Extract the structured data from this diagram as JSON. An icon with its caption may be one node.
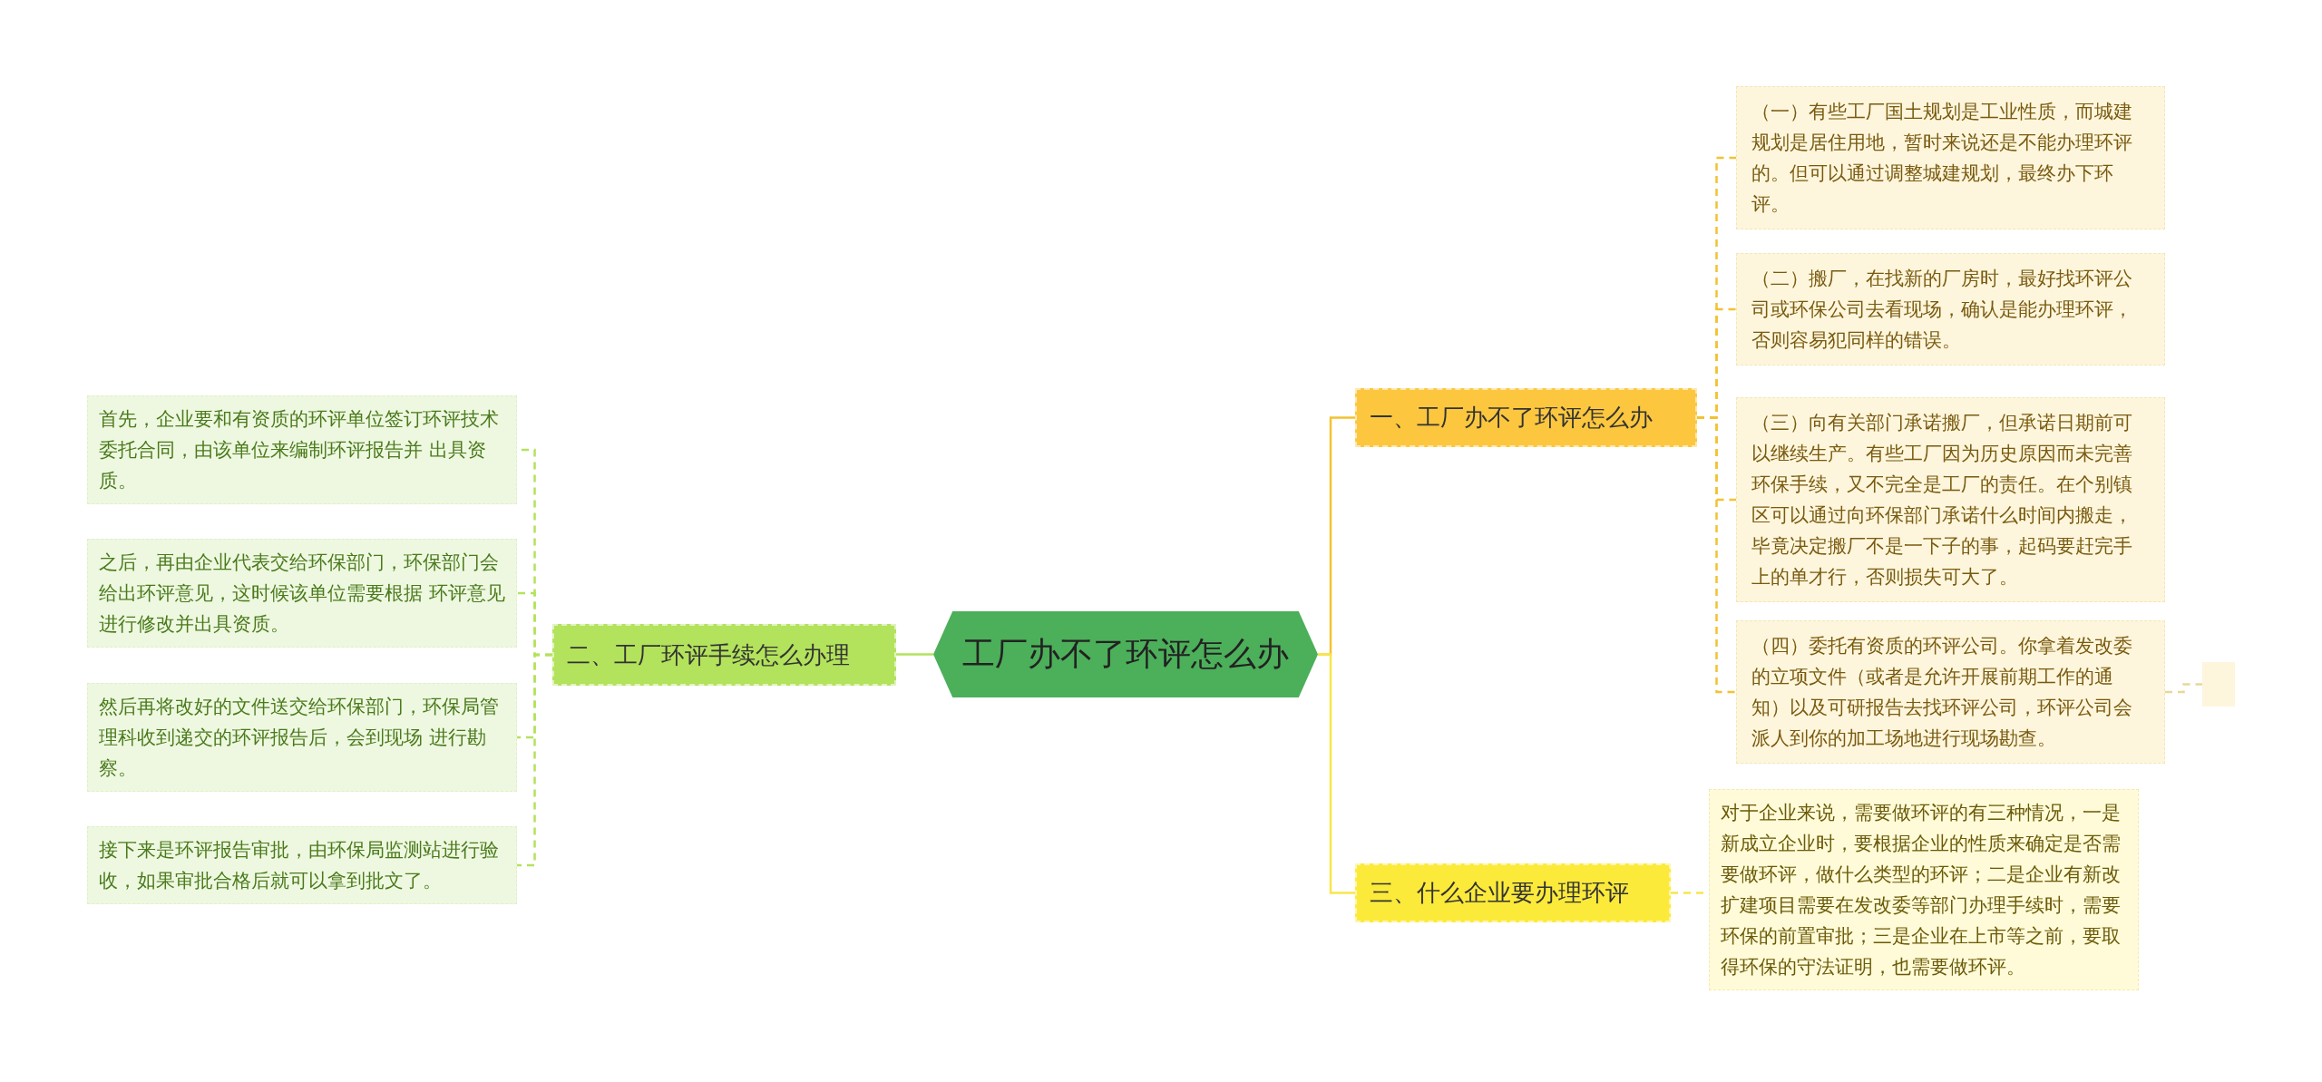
{
  "diagram": {
    "nodes": [
      {
        "text": [
          "工厂办不了环评怎么办"
        ]
      },
      {
        "text": [
          "一、工厂办不了环评怎么办"
        ]
      },
      {
        "text": [
          "（一）有些工厂国土规划是工业性质，而城建规划是居住用地，暂时来说还是不能办理环评的。但可以通过调整城建规划，最终办下环评。"
        ]
      },
      {
        "text": [
          "（二）搬厂，在找新的厂房时，最好找环评公司或环保公司去看现场，确认是能办理环评，否则容易犯同样的错误。"
        ]
      },
      {
        "text": [
          "（三）向有关部门承诺搬厂，但承诺日期前可以继续生产。有些工厂因为历史原因而未完善环保手续，又不完全是工厂的责任。在个别镇区可以通过向环保部门承诺什么时间内搬走，毕竟决定搬厂不是一下子的事，起码要赶完手上的单才行，否则损失可大了。"
        ]
      },
      {
        "text": [
          "（四）委托有资质的环评公司。你拿着发改委的立项文件（或者是允许开展前期工作的通知）以及可研报告去找环评公司，环评公司会派人到你的加工场地进行现场勘查。"
        ]
      },
      {
        "text": [],
        "shape": "box"
      },
      {
        "text": [
          "三、什么企业要办理环评"
        ]
      },
      {
        "text": [
          "对于企业来说，需要做环评的有三种情况，一是新成立企业时，要根据企业的性质来确定是否需要做环评，做什么类型的环评；二是企业有新改扩建项目需要在发改委等部门办理手续时，需要环保的前置审批；三是企业在上市等之前，要取得环保的守法证明，也需要做环评。"
        ]
      },
      {
        "text": [
          "二、工厂环评手续怎么办理"
        ]
      },
      {
        "text": [
          "首先，企业要和有资质的环评单位签订环评技术委托合同，由该单位来编制环评报告并 出具资质。"
        ]
      },
      {
        "text": [
          "之后，再由企业代表交给环保部门，环保部门会给出环评意见，这时候该单位需要根据 环评意见进行修改并出具资质。"
        ]
      },
      {
        "text": [
          "然后再将改好的文件送交给环保部门，环保局管理科收到递交的环评报告后，会到现场 进行勘察。"
        ]
      },
      {
        "text": [
          "接下来是环评报告审批，由环保局监测站进行验收，如果审批合格后就可以拿到批文了。"
        ]
      }
    ],
    "edges": [
      {
        "from": 0,
        "to": 1,
        "arrow": "none",
        "color": "#f2c233"
      },
      {
        "from": 1,
        "to": 2,
        "arrow": "none",
        "style": "dashed",
        "color": "#f2c233"
      },
      {
        "from": 1,
        "to": 3,
        "arrow": "none",
        "style": "dashed",
        "color": "#f2c233"
      },
      {
        "from": 1,
        "to": 4,
        "arrow": "none",
        "style": "dashed",
        "color": "#f2c233"
      },
      {
        "from": 1,
        "to": 5,
        "arrow": "none",
        "style": "dashed",
        "color": "#f2c233"
      },
      {
        "from": 5,
        "to": 6,
        "arrow": "none",
        "style": "dashed",
        "color": "#e8d79a"
      },
      {
        "from": 0,
        "to": 7,
        "arrow": "none",
        "color": "#f7e64a"
      },
      {
        "from": 7,
        "to": 8,
        "arrow": "none",
        "style": "dashed",
        "color": "#f7e64a"
      },
      {
        "from": 0,
        "to": 9,
        "arrow": "none",
        "color": "#b3e25c"
      },
      {
        "from": 9,
        "to": 10,
        "arrow": "none",
        "style": "dashed",
        "color": "#b3e25c"
      },
      {
        "from": 9,
        "to": 11,
        "arrow": "none",
        "style": "dashed",
        "color": "#b3e25c"
      },
      {
        "from": 9,
        "to": 12,
        "arrow": "none",
        "style": "dashed",
        "color": "#b3e25c"
      },
      {
        "from": 9,
        "to": 13,
        "arrow": "none",
        "style": "dashed",
        "color": "#b3e25c"
      }
    ]
  }
}
